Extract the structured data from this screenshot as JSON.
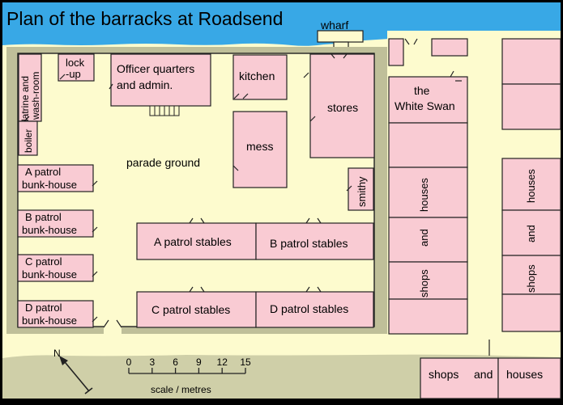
{
  "map": {
    "title": "Plan of the barracks at Roadsend",
    "colors": {
      "sea": "#38a8e6",
      "ground": "#fdfbce",
      "building": "#f9cbd3",
      "compound": "#bfbf99",
      "strip": "#cfcfa8",
      "outline": "#222222"
    },
    "labels": {
      "wharf": "wharf",
      "lockup_1": "lock",
      "lockup_2": "-up",
      "officer_1": "Officer quarters",
      "officer_2": "and admin.",
      "kitchen": "kitchen",
      "stores": "stores",
      "latrine_1": "latrine and",
      "latrine_2": "wash-room",
      "boiler": "boiler",
      "mess": "mess",
      "parade": "parade ground",
      "smithy": "smithy",
      "a_bunk_1": "A patrol",
      "a_bunk_2": "bunk-house",
      "b_bunk_1": "B patrol",
      "b_bunk_2": "bunk-house",
      "c_bunk_1": "C patrol",
      "c_bunk_2": "bunk-house",
      "d_bunk_1": "D patrol",
      "d_bunk_2": "bunk-house",
      "a_stables": "A patrol stables",
      "b_stables": "B patrol stables",
      "c_stables": "C patrol stables",
      "d_stables": "D patrol stables",
      "white_swan_1": "the",
      "white_swan_2": "White Swan",
      "col1_houses": "houses",
      "col1_and": "and",
      "col1_shops": "shops",
      "col2_houses": "houses",
      "col2_and": "and",
      "col2_shops": "shops",
      "bottom_shops": "shops",
      "bottom_and": "and",
      "bottom_houses": "houses",
      "north": "N"
    },
    "scale": {
      "ticks": [
        "0",
        "3",
        "6",
        "9",
        "12",
        "15"
      ],
      "label": "scale / metres"
    }
  }
}
